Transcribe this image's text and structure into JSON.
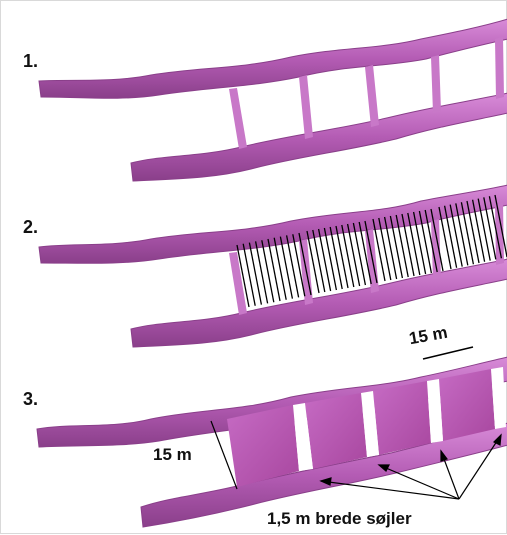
{
  "steps": [
    {
      "label": "1."
    },
    {
      "label": "2."
    },
    {
      "label": "3."
    }
  ],
  "annotations": {
    "scale_label": "15 m",
    "height_label": "15 m",
    "pillar_label": "1,5 m brede søjler"
  },
  "colors": {
    "rock": "#b45cb4",
    "rock_light": "#d48ad4",
    "rock_dark": "#8a3f8a",
    "chamber_fill": "#b24fb0",
    "lines": "#000000"
  }
}
